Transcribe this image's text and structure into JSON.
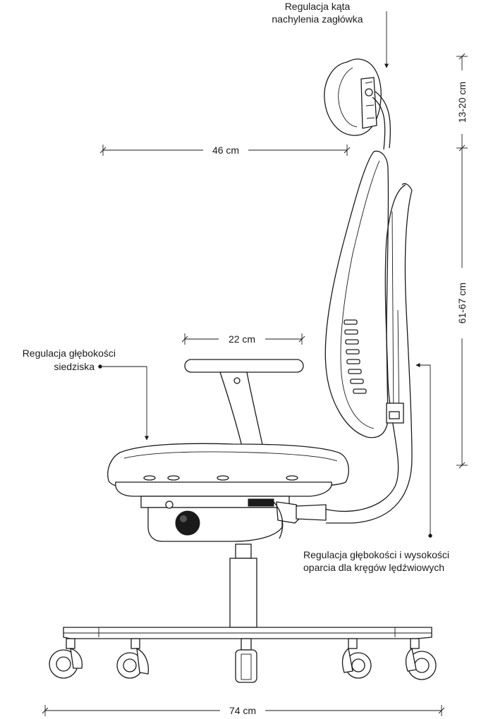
{
  "labels": {
    "headrest_angle_line1": "Regulacja kąta",
    "headrest_angle_line2": "nachylenia zagłówka",
    "seat_depth_line1": "Regulacja głębokości",
    "seat_depth_line2": "siedziska",
    "lumbar_line1": "Regulacja głębokości i wysokości",
    "lumbar_line2": "oparcia dla kręgów lędźwiowych"
  },
  "dimensions": {
    "headrest_height": "13-20 cm",
    "seat_width": "46 cm",
    "armrest_depth": "22 cm",
    "backrest_height": "61-67 cm",
    "base_width": "74 cm"
  }
}
